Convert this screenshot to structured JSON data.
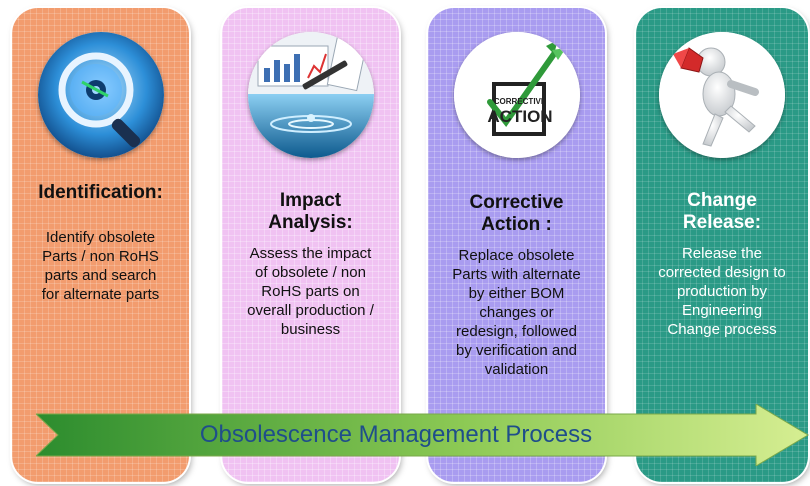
{
  "colors": {
    "identification": "#f29c6e",
    "impact_analysis": "#f0c2f2",
    "corrective_action": "#a99cf0",
    "change_release": "#2a9a86",
    "arrow_start": "#2c8c2e",
    "arrow_end": "#d6ee92",
    "arrow_text": "#1f4e8a"
  },
  "steps": [
    {
      "icon": "magnifier-disk-icon",
      "title_lines": [
        "Identification:"
      ],
      "desc_lines": [
        "Identify obsolete",
        "Parts / non RoHS",
        "parts and search",
        "for alternate parts"
      ]
    },
    {
      "icon": "charts-water-drop-icon",
      "title_lines": [
        "Impact",
        "Analysis:"
      ],
      "desc_lines": [
        "Assess the impact",
        "of obsolete / non",
        "RoHS parts on",
        "overall production /",
        "business"
      ]
    },
    {
      "icon": "dart-checkbox-icon",
      "icon_text": [
        "CORRECTIVE",
        "ACTION"
      ],
      "title_lines": [
        "Corrective",
        "Action :"
      ],
      "desc_lines": [
        "Replace obsolete",
        "Parts with alternate",
        "by either BOM",
        "changes or",
        "redesign, followed",
        "by verification and",
        "validation"
      ]
    },
    {
      "icon": "megaphone-figure-icon",
      "title_lines": [
        "Change",
        "Release:"
      ],
      "desc_lines": [
        "Release the",
        "corrected design to",
        "production by",
        "Engineering",
        "Change process"
      ]
    }
  ],
  "arrow": {
    "label": "Obsolescence Management Process"
  }
}
